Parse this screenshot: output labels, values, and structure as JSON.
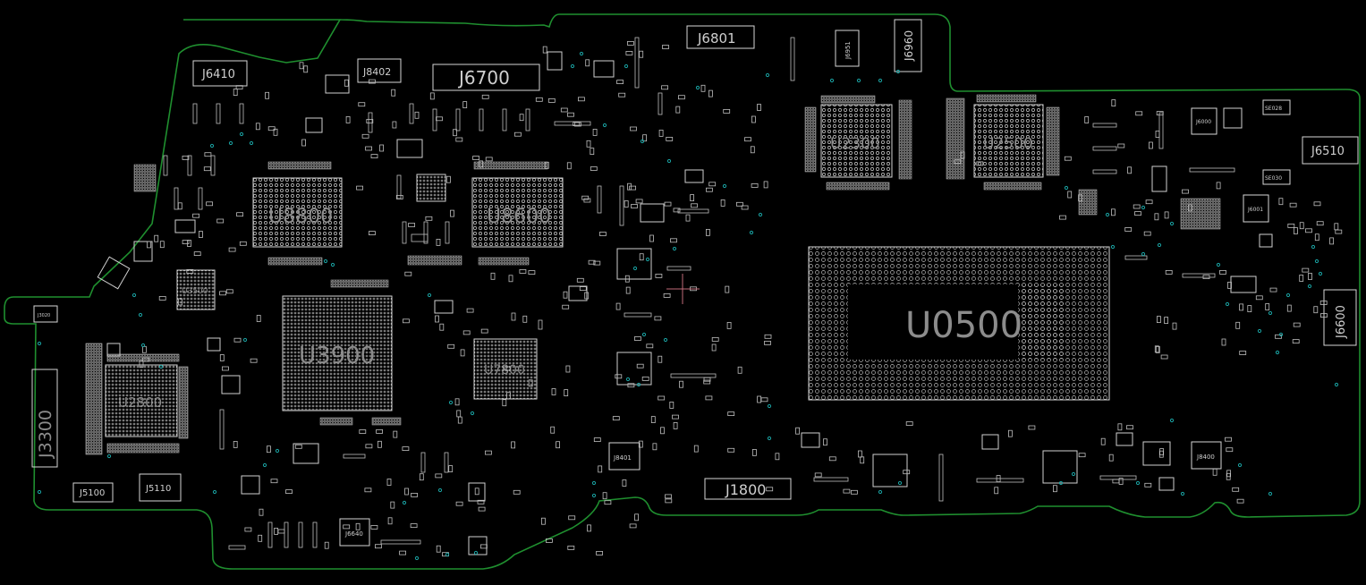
{
  "colors": {
    "background": "#000000",
    "outline": "#1f8f2f",
    "component": "#d6d6d6",
    "via": "#1aa3a3",
    "big_label": "#8c8c8c",
    "crosshair": "#c06a78"
  },
  "labels": {
    "U0500": "U0500",
    "U3900": "U3900",
    "U8800": "U8800",
    "U8600": "U8600",
    "U2300": "U2300",
    "U2500": "U2500",
    "U2800": "U2800",
    "U7800": "U7800",
    "J6700": "J6700",
    "J6801": "J6801",
    "J6410": "J6410",
    "J8402": "J8402",
    "J6960": "J6960",
    "J6951": "J6951",
    "J6510": "J6510",
    "J6600": "J6600",
    "J3300": "J3300",
    "J5100": "J5100",
    "J5110": "J5110",
    "J1800": "J1800",
    "J8401": "J8401",
    "J8400": "J8400",
    "J6640": "J6640",
    "J6000": "J6000",
    "J6001": "J6001",
    "J3020": "J3020",
    "SE028": "SE028",
    "SE030": "SE030",
    "U3500": "U3500"
  }
}
